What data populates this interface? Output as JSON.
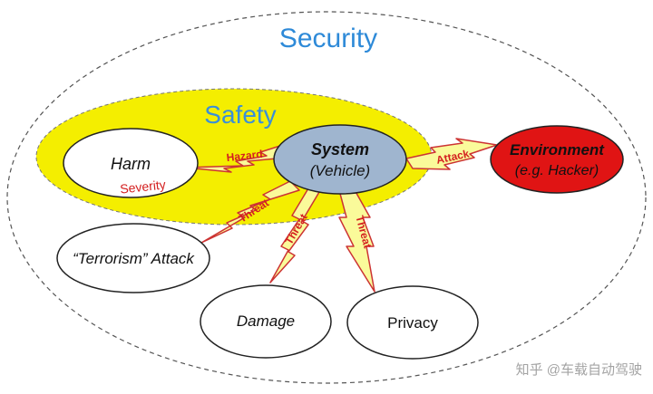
{
  "diagram": {
    "outer_title": "Security",
    "inner_title": "Safety",
    "nodes": {
      "system_line1": "System",
      "system_line2": "(Vehicle)",
      "environment_line1": "Environment",
      "environment_line2": "(e.g. Hacker)",
      "harm": "Harm",
      "severity": "Severity",
      "terrorism": "“Terrorism” Attack",
      "damage": "Damage",
      "privacy": "Privacy"
    },
    "edges": {
      "hazard": "Hazard",
      "attack": "Attack",
      "threat_1": "Threat",
      "threat_2": "Threat",
      "threat_3": "Threat"
    },
    "watermark": "知乎 @车载自动驾驶"
  },
  "colors": {
    "security_text": "#2e8ad8",
    "safety_fill": "#f4ee00",
    "safety_text": "#3a8fd8",
    "system_fill": "#9fb5cf",
    "environment_fill": "#e01414",
    "bolt_fill": "#fafa9a",
    "bolt_stroke": "#cc3333",
    "severity_text": "#d42020"
  }
}
